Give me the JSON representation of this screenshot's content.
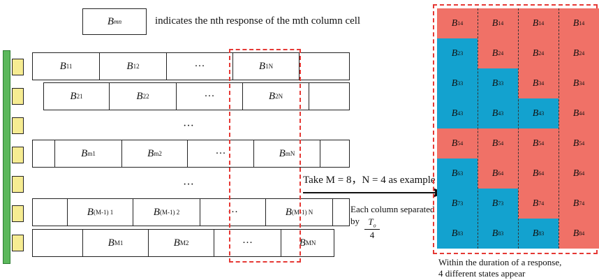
{
  "legend": {
    "symbol": "B",
    "sub": "mn",
    "text": "indicates the nth response of the mth column cell"
  },
  "rows": [
    {
      "cells": [
        "B|11",
        "B|12",
        "···",
        "B|1N",
        ""
      ]
    },
    {
      "cells": [
        "B|21",
        "B|22",
        "···",
        "B|2N",
        ""
      ]
    },
    {
      "cells": [
        "",
        "B|m1",
        "B|m2",
        "···",
        "B|mN",
        ""
      ]
    },
    {
      "cells": [
        "",
        "B|(M-1) 1",
        "B|(M-1) 2",
        "···",
        "B|(M-1) N",
        ""
      ]
    },
    {
      "cells": [
        "",
        "B|M1",
        "B|M2",
        "···",
        "B|MN"
      ]
    }
  ],
  "vertical_dots": [
    "···",
    "···"
  ],
  "annotations": {
    "example": "Take M = 8，N = 4 as example",
    "separated_1": "Each column separated",
    "separated_2": "by",
    "fraction_num": "T",
    "fraction_sub": "o",
    "fraction_den": "4",
    "caption_1": "Within the duration of a response,",
    "caption_2": "4 different states appear"
  },
  "state_grid": {
    "rows": [
      [
        "14",
        "14",
        "14",
        "14"
      ],
      [
        "23",
        "24",
        "24",
        "24"
      ],
      [
        "33",
        "33",
        "34",
        "34"
      ],
      [
        "43",
        "43",
        "43",
        "44"
      ],
      [
        "54",
        "54",
        "54",
        "54"
      ],
      [
        "63",
        "64",
        "64",
        "64"
      ],
      [
        "73",
        "73",
        "74",
        "74"
      ],
      [
        "83",
        "83",
        "83",
        "84"
      ]
    ],
    "colors": [
      [
        "r",
        "r",
        "r",
        "r"
      ],
      [
        "b",
        "r",
        "r",
        "r"
      ],
      [
        "b",
        "b",
        "r",
        "r"
      ],
      [
        "b",
        "b",
        "b",
        "r"
      ],
      [
        "r",
        "r",
        "r",
        "r"
      ],
      [
        "b",
        "r",
        "r",
        "r"
      ],
      [
        "b",
        "b",
        "r",
        "r"
      ],
      [
        "b",
        "b",
        "b",
        "r"
      ]
    ],
    "palette": {
      "r": "#f07167",
      "b": "#13a2cf"
    }
  }
}
